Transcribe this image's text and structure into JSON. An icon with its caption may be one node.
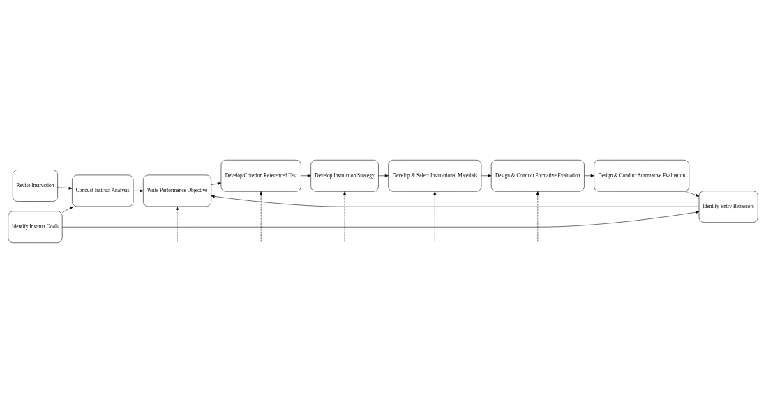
{
  "diagram": {
    "nodes": [
      {
        "text": [
          "Revise Instruction"
        ]
      },
      {
        "text": [
          "Conduct Instruct Analysis"
        ]
      },
      {
        "text": [
          "Identify Instruct Goals"
        ]
      },
      {
        "text": [
          "Write Performance Objective"
        ]
      },
      {
        "text": [
          "Develop Criterion Referenced Test"
        ]
      },
      {
        "text": [
          "Develop Instruction Strategy"
        ]
      },
      {
        "text": [
          "Develop & Select Instructional Materials"
        ]
      },
      {
        "text": [
          "Design & Conduct Formative Evaluation"
        ]
      },
      {
        "text": [
          "Identify Entry Behaviors"
        ]
      },
      {
        "text": [
          "Design & Conduct Summative Evaluation"
        ]
      }
    ],
    "edges": [
      {
        "from": 0,
        "to": 1,
        "arrow": "to",
        "style": "dashed"
      },
      {
        "from": 2,
        "to": 1,
        "arrow": "to"
      },
      {
        "from": 2,
        "to": 8,
        "arrow": "to"
      },
      {
        "from": 1,
        "to": 3,
        "arrow": "to"
      },
      {
        "from": 8,
        "to": 3,
        "arrow": "to"
      },
      {
        "from": 3,
        "to": 4,
        "arrow": "to"
      },
      {
        "from": 4,
        "to": 5,
        "arrow": "to"
      },
      {
        "from": 5,
        "to": 6,
        "arrow": "to"
      },
      {
        "from": 6,
        "to": 7,
        "arrow": "to"
      },
      {
        "from": 7,
        "to": 9,
        "arrow": "to"
      },
      {
        "from": 9,
        "to": 8,
        "arrow": "to",
        "style": "dashed"
      },
      {
        "from": null,
        "to": 3,
        "arrow": "to",
        "style": "dashed"
      },
      {
        "from": null,
        "to": 4,
        "arrow": "to",
        "style": "dashed"
      },
      {
        "from": null,
        "to": 5,
        "arrow": "to",
        "style": "dashed"
      },
      {
        "from": null,
        "to": 6,
        "arrow": "to",
        "style": "dashed"
      },
      {
        "from": null,
        "to": 7,
        "arrow": "to",
        "style": "dashed"
      }
    ]
  }
}
